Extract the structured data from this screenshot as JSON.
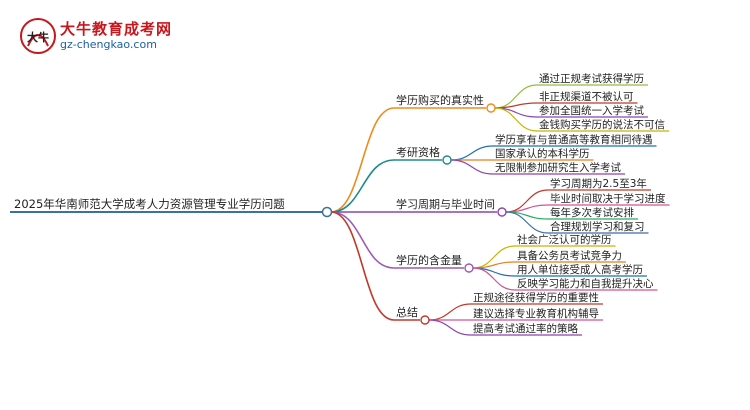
{
  "logo": {
    "icon_glyph": "大牛",
    "brand_name": "大牛教育成考网",
    "url": "gz-chengkao.com"
  },
  "root": {
    "label": "2025年华南师范大学成考人力资源管理专业学历问题",
    "color": "#3a6fa8"
  },
  "branches": [
    {
      "label": "学历购买的真实性",
      "color": "#f08a1c",
      "children": [
        {
          "label": "通过正规考试获得学历",
          "color": "#8fbf3a"
        },
        {
          "label": "非正规渠道不被认可",
          "color": "#c0392b"
        },
        {
          "label": "参加全国统一入学考试",
          "color": "#8e44ad"
        },
        {
          "label": "金钱购买学历的说法不可信",
          "color": "#c9b400"
        }
      ]
    },
    {
      "label": "考研资格",
      "color": "#1f8a8a",
      "children": [
        {
          "label": "学历享有与普通高等教育相同待遇",
          "color": "#1f6fb0"
        },
        {
          "label": "国家承认的本科学历",
          "color": "#e67e22"
        },
        {
          "label": "无限制参加研究生入学考试",
          "color": "#8e44ad"
        }
      ]
    },
    {
      "label": "学习周期与毕业时间",
      "color": "#8e44ad",
      "children": [
        {
          "label": "学习周期为2.5至3年",
          "color": "#c0392b"
        },
        {
          "label": "毕业时间取决于学习进度",
          "color": "#d35490"
        },
        {
          "label": "每年多次考试安排",
          "color": "#27ae60"
        },
        {
          "label": "合理规划学习和复习",
          "color": "#3a6fa8"
        }
      ]
    },
    {
      "label": "学历的含金量",
      "color": "#9b59b6",
      "children": [
        {
          "label": "社会广泛认可的学历",
          "color": "#c9b400"
        },
        {
          "label": "具备公务员考试竞争力",
          "color": "#e67e22"
        },
        {
          "label": "用人单位接受成人高考学历",
          "color": "#1f6fb0"
        },
        {
          "label": "反映学习能力和自我提升决心",
          "color": "#d35490"
        }
      ]
    },
    {
      "label": "总结",
      "color": "#c0392b",
      "children": [
        {
          "label": "正规途径获得学历的重要性",
          "color": "#c0392b"
        },
        {
          "label": "建议选择专业教育机构辅导",
          "color": "#d35490"
        },
        {
          "label": "提高考试通过率的策略",
          "color": "#8e44ad"
        }
      ]
    }
  ]
}
